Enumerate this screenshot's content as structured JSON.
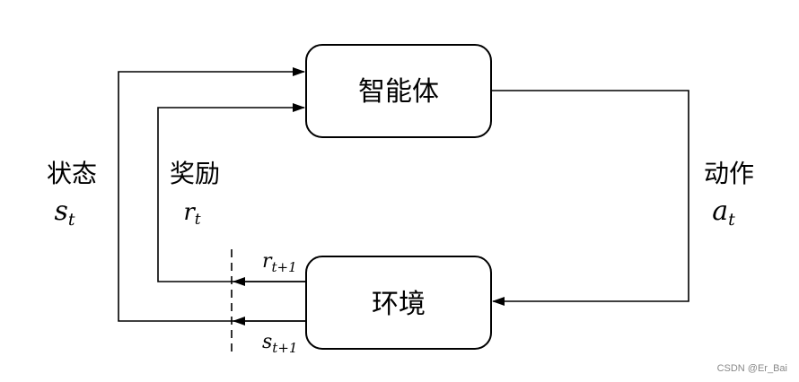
{
  "nodes": {
    "agent": "智能体",
    "environment": "环境"
  },
  "edges": {
    "state": {
      "label": "状态",
      "symbol": "s",
      "subscript": "t"
    },
    "reward": {
      "label": "奖励",
      "symbol": "r",
      "subscript": "t"
    },
    "action": {
      "label": "动作",
      "symbol": "a",
      "subscript": "t"
    },
    "next_reward": {
      "symbol": "r",
      "subscript": "t+1"
    },
    "next_state": {
      "symbol": "s",
      "subscript": "t+1"
    }
  },
  "watermark": "CSDN @Er_Bai"
}
